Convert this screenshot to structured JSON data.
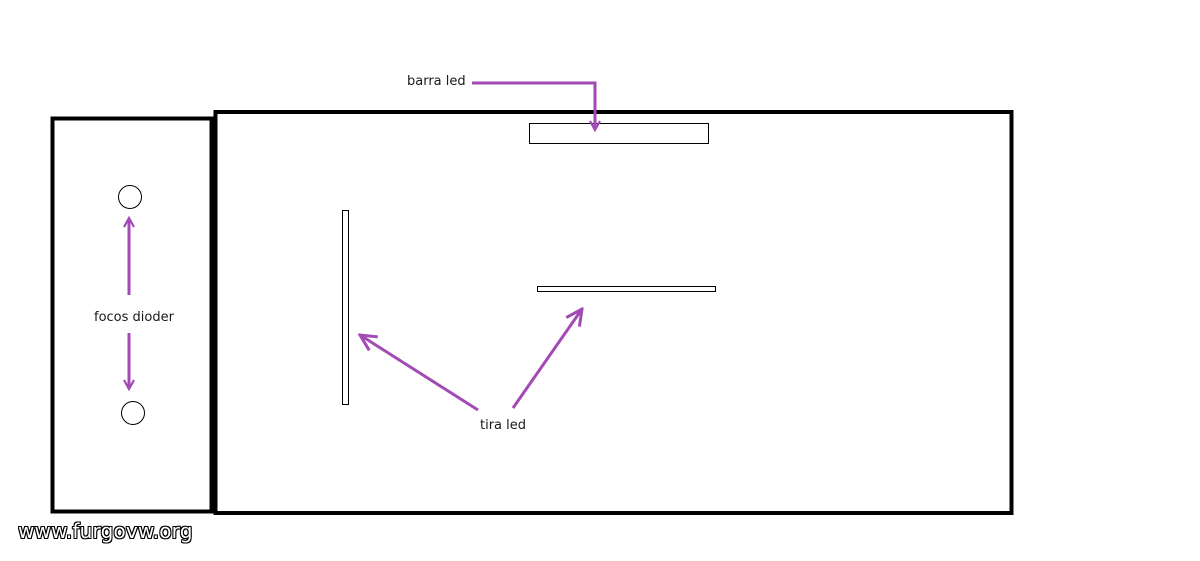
{
  "labels": {
    "barra_led": "barra led",
    "focos_dioder": "focos dioder",
    "tira_led": "tira led"
  },
  "watermark": "www.furgovw.org",
  "colors": {
    "outline": "#000000",
    "arrow": "#a24bb5",
    "background": "#ffffff"
  }
}
